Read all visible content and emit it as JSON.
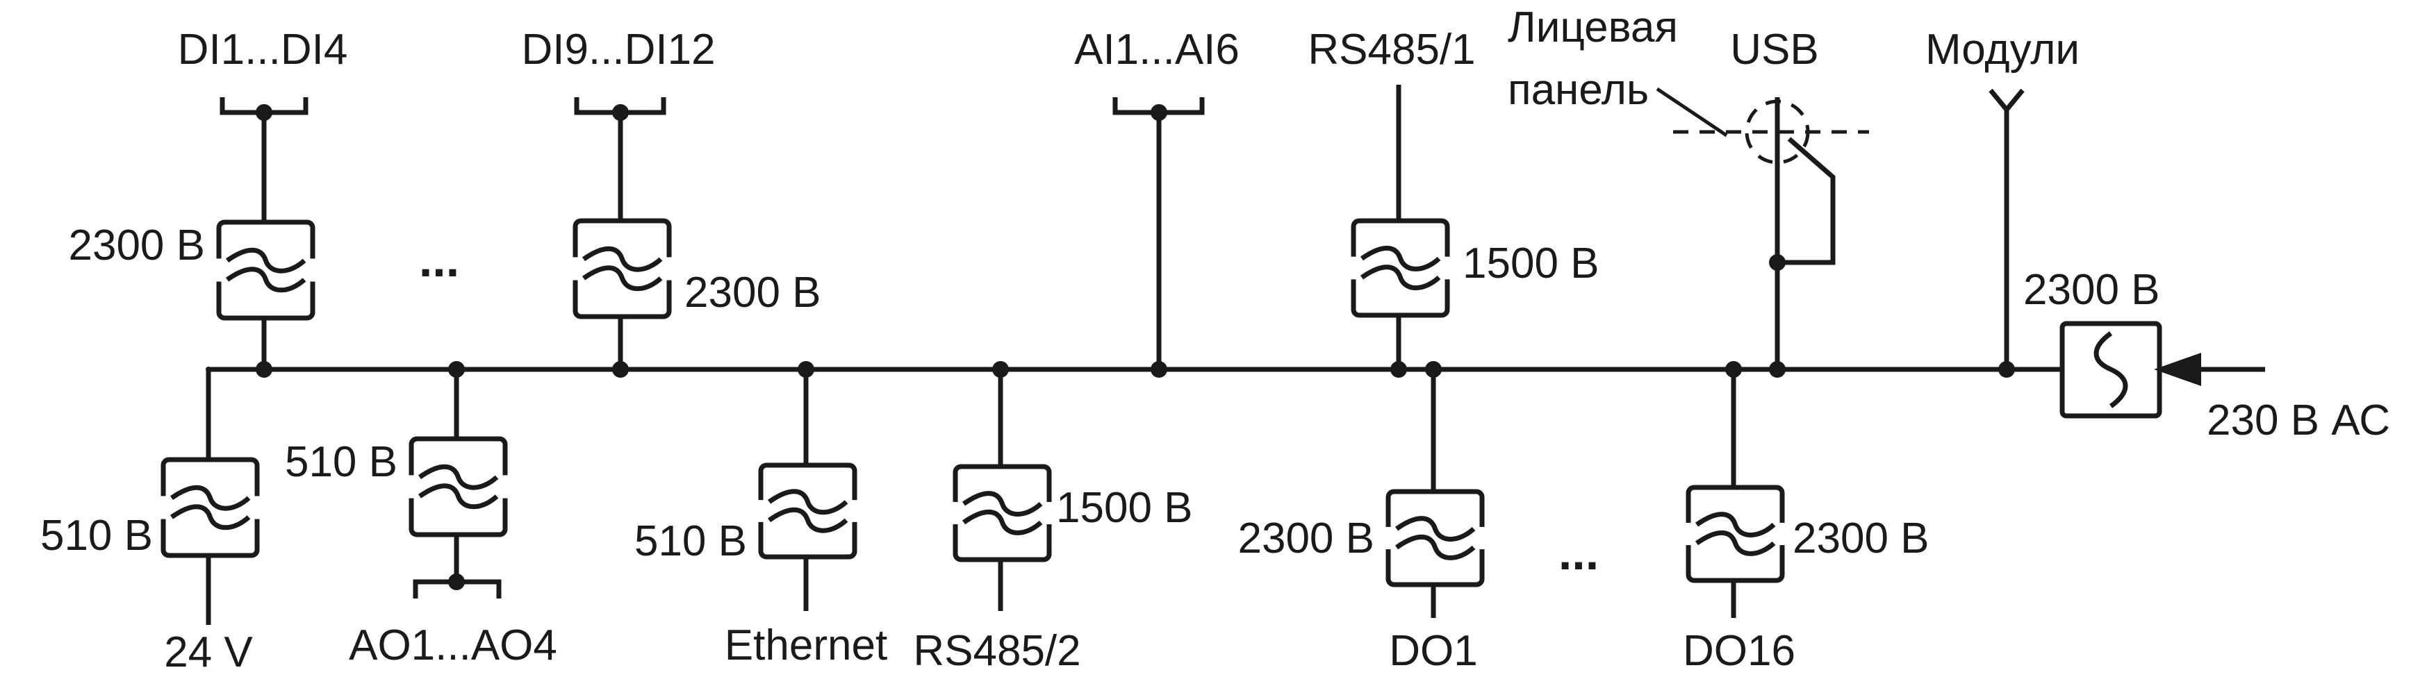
{
  "labels": {
    "di1_4": "DI1...DI4",
    "di9_12": "DI9...DI12",
    "ai1_6": "AI1...AI6",
    "rs485_1": "RS485/1",
    "front_panel_1": "Лицевая",
    "front_panel_2": "панель",
    "usb": "USB",
    "modules": "Модули",
    "ac_input": "230 В АС",
    "power_24v": "24 V",
    "ao1_4": "AO1...AO4",
    "ethernet": "Ethernet",
    "rs485_2": "RS485/2",
    "do1": "DO1",
    "do16": "DO16"
  },
  "voltages": {
    "di1": "2300 В",
    "di9": "2300 В",
    "rs485_1": "1500 В",
    "ac": "2300 В",
    "v24": "510 В",
    "ao": "510 В",
    "ethernet": "510 В",
    "rs485_2": "1500 В",
    "do1": "2300 В",
    "do16": "2300 В"
  },
  "ellipsis": {
    "top": "...",
    "bottom": "..."
  },
  "colors": {
    "line": "#1a1a1a",
    "background": "#ffffff"
  }
}
